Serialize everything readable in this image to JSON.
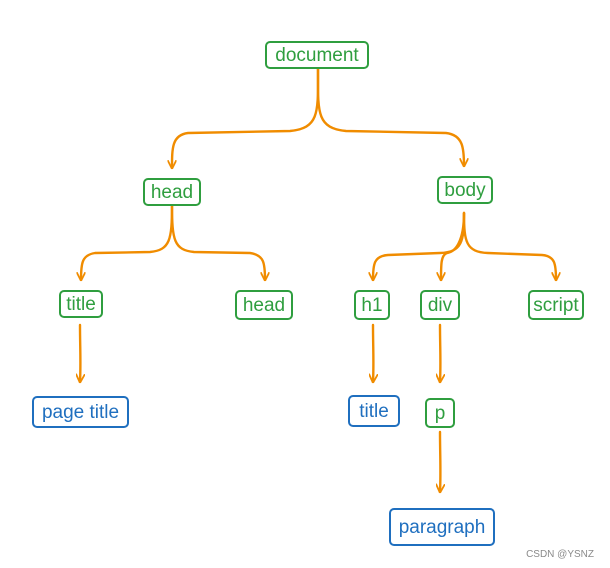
{
  "colors": {
    "element": "#2f9e3f",
    "text_node": "#1f6fbf",
    "edge": "#f08c00"
  },
  "nodes": {
    "document": "document",
    "head": "head",
    "body": "body",
    "title": "title",
    "head2": "head",
    "h1": "h1",
    "div": "div",
    "script": "script",
    "page_title": "page title",
    "h1_title": "title",
    "p": "p",
    "paragraph": "paragraph"
  },
  "watermark": "CSDN @YSNZ"
}
